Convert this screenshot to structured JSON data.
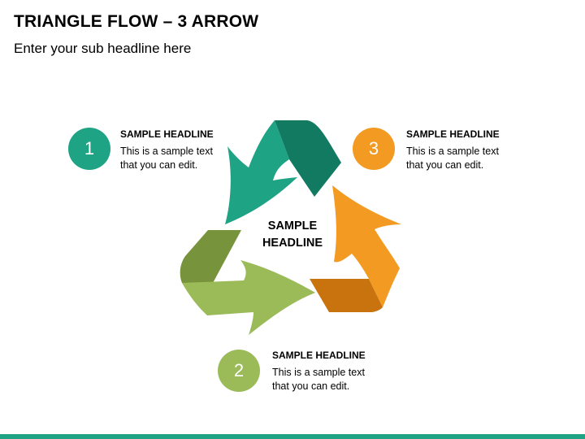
{
  "slide": {
    "title": "TRIANGLE FLOW – 3 ARROW",
    "subtitle": "Enter your sub headline here",
    "accent_color": "#1ea384"
  },
  "center": {
    "line1": "SAMPLE",
    "line2": "HEADLINE"
  },
  "steps": [
    {
      "number": "1",
      "headline": "SAMPLE HEADLINE",
      "body_line1": "This is a sample text",
      "body_line2": "that you can edit.",
      "color": "#1ea384"
    },
    {
      "number": "2",
      "headline": "SAMPLE HEADLINE",
      "body_line1": "This is a sample text",
      "body_line2": "that you can edit.",
      "color": "#9bbb59"
    },
    {
      "number": "3",
      "headline": "SAMPLE HEADLINE",
      "body_line1": "This is a sample text",
      "body_line2": "that you can edit.",
      "color": "#f29a21"
    }
  ],
  "arrows": [
    {
      "name": "teal",
      "light": "#1ea384",
      "dark": "#137a62"
    },
    {
      "name": "green",
      "light": "#9bbb59",
      "dark": "#77933c"
    },
    {
      "name": "orange",
      "light": "#f29a21",
      "dark": "#c8730e"
    }
  ]
}
